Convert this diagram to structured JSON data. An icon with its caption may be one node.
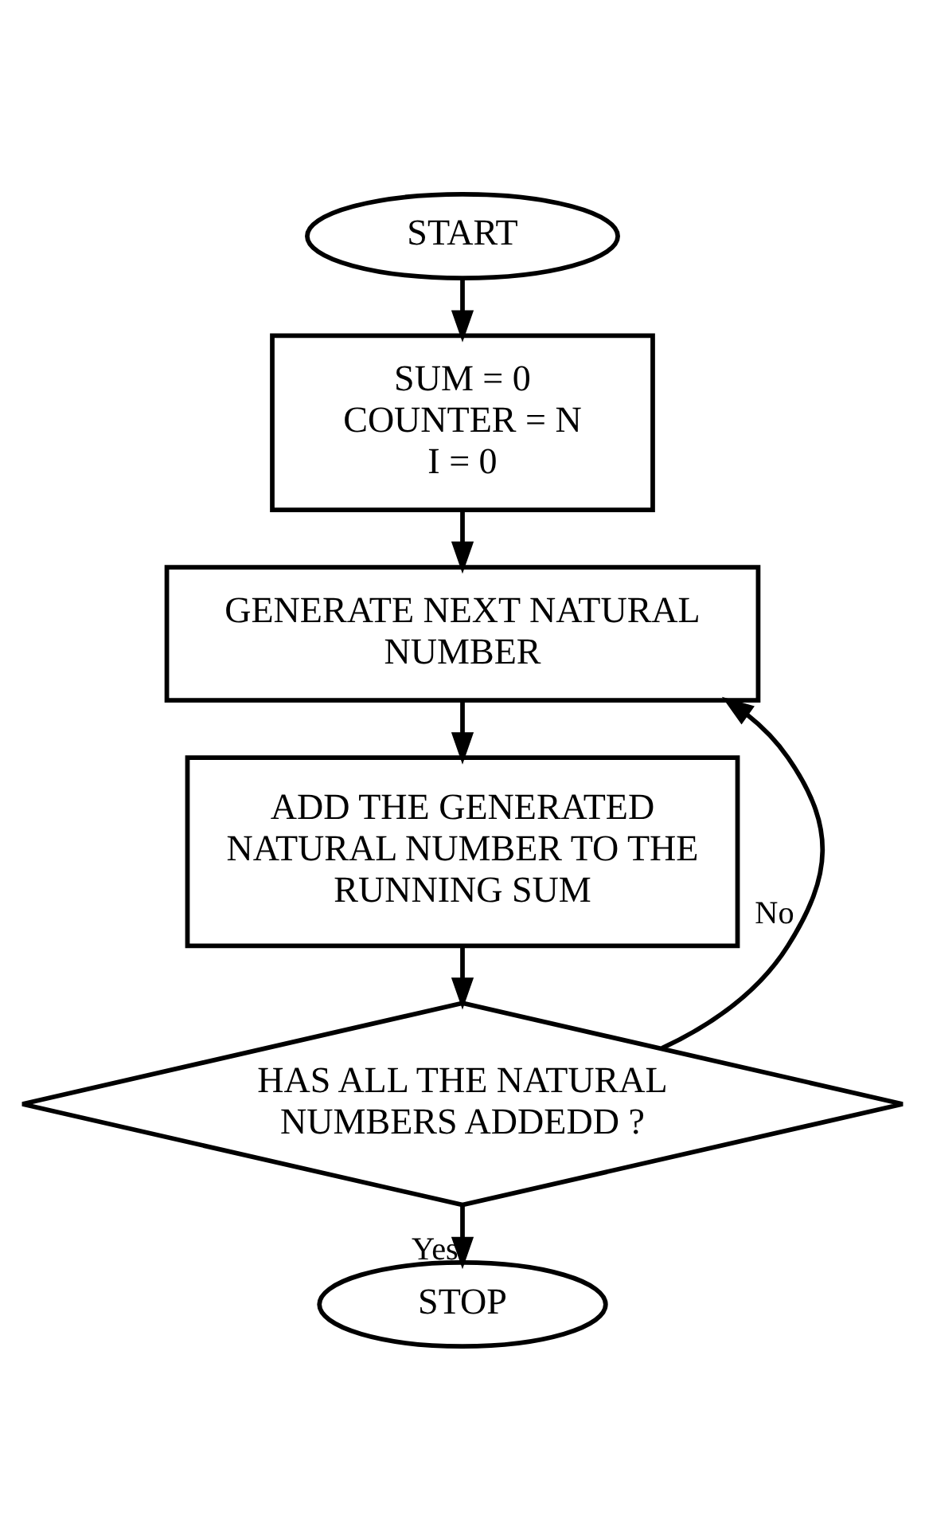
{
  "diagram": {
    "nodes": [
      {
        "text": [
          "START"
        ]
      },
      {
        "text": [
          "SUM = 0",
          "COUNTER = N",
          "I = 0"
        ]
      },
      {
        "text": [
          "GENERATE NEXT NATURAL NUMBER"
        ]
      },
      {
        "text": [
          "ADD THE GENERATED NATURAL NUMBER TO THE RUNNING SUM"
        ]
      },
      {
        "text": [
          "HAS ALL THE NATURAL NUMBERS ADDEDD ?"
        ]
      },
      {
        "text": [
          "STOP"
        ]
      }
    ],
    "edges": [
      {
        "from": 0,
        "to": 1,
        "arrow": "to"
      },
      {
        "from": 1,
        "to": 2,
        "arrow": "to"
      },
      {
        "from": 2,
        "to": 3,
        "arrow": "to"
      },
      {
        "from": 3,
        "to": 4,
        "arrow": "to"
      },
      {
        "from": 4,
        "to": 2,
        "arrow": "to",
        "label": "No"
      },
      {
        "from": 4,
        "to": 5,
        "arrow": "to",
        "label": "Yes"
      }
    ]
  }
}
